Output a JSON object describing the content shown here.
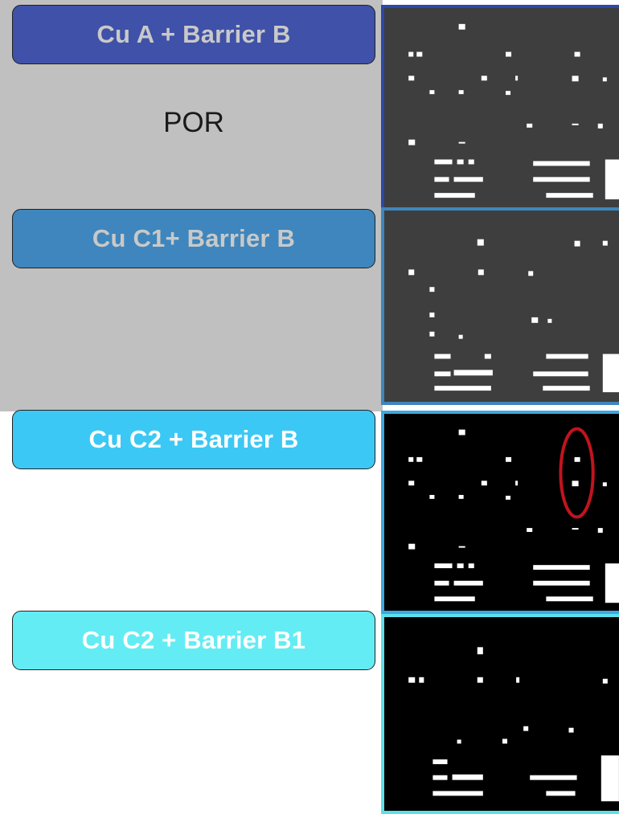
{
  "rows": [
    {
      "label": "Cu A + Barrier B",
      "sublabel": "POR",
      "label_bg": "#3f51a8",
      "label_color": "#c9c9c9",
      "frame_color": "#2c48a8",
      "image_bg": "#3e3e3e"
    },
    {
      "label": "Cu C1+ Barrier B",
      "sublabel": "",
      "label_bg": "#3e86bd",
      "label_color": "#c9c9c9",
      "frame_color": "#3e86bd",
      "image_bg": "#3e3e3e"
    },
    {
      "label": "Cu C2 + Barrier B",
      "sublabel": "",
      "label_bg": "#3cc8f4",
      "label_color": "#ffffff",
      "frame_color": "#3ca8e0",
      "image_bg": "#000000"
    },
    {
      "label": "Cu C2 +  Barrier B1",
      "sublabel": "",
      "label_bg": "#64ecf4",
      "label_color": "#ffffff",
      "frame_color": "#5ce0ea",
      "image_bg": "#000000"
    }
  ],
  "annotation": {
    "type": "ellipse",
    "color": "#c0141e",
    "row": 3
  },
  "gray_region_color": "#c0c0c0",
  "pattern_color": "#ffffff"
}
